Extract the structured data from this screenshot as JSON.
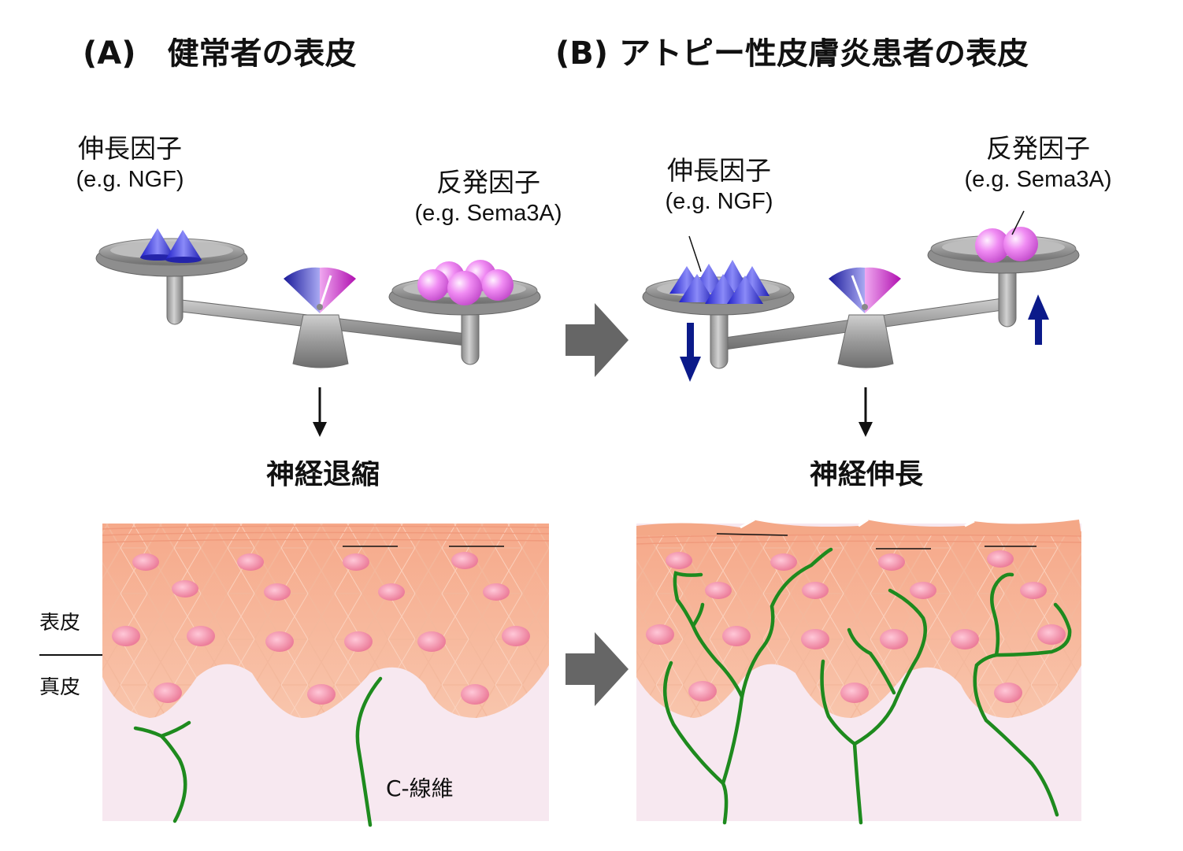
{
  "panel_a": {
    "title": "(A)　健常者の表皮",
    "growth_factor": {
      "label": "伸長因子",
      "example": "(e.g. NGF)"
    },
    "repulsion_factor": {
      "label": "反発因子",
      "example": "(e.g. Sema3A)"
    },
    "outcome": "神経退縮"
  },
  "panel_b": {
    "title": "(B) アトピー性皮膚炎患者の表皮",
    "growth_factor": {
      "label": "伸長因子",
      "example": "(e.g. NGF)"
    },
    "repulsion_factor": {
      "label": "反発因子",
      "example": "(e.g. Sema3A)"
    },
    "outcome": "神経伸長"
  },
  "skin": {
    "epidermis_label": "表皮",
    "dermis_label": "真皮",
    "fiber_label": "C-線維"
  },
  "colors": {
    "growth_factor": "#3a3ae0",
    "repulsion_factor": "#e070e8",
    "nerve": "#1e8a1e",
    "change_arrow": "#0b1a8a",
    "cell": "#f7b79b",
    "dermis": "#f7e8f0"
  }
}
